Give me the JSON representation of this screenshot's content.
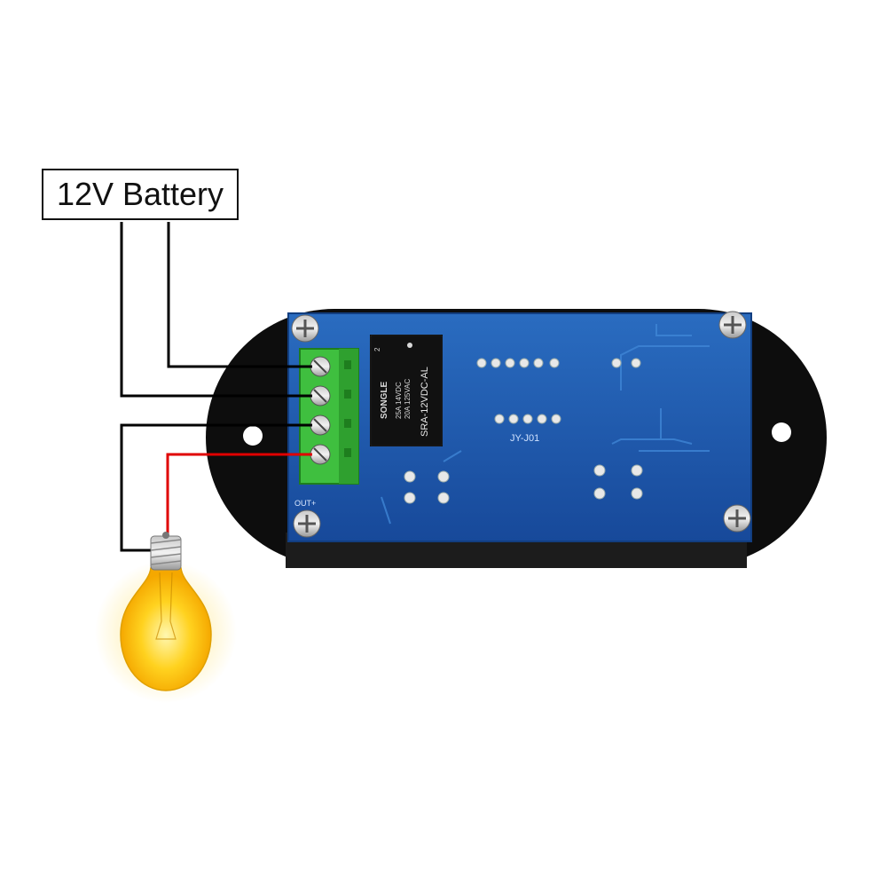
{
  "diagram": {
    "battery_label": "12V Battery",
    "relay": {
      "brand": "SONGLE",
      "rating_line_1": "25A 14VDC",
      "rating_line_2": "20A 125VAC",
      "model": "SRA-12VDC-AL",
      "pin_mark": "2"
    },
    "board_silkscreen": "JY-J01",
    "terminal_label": "OUT+",
    "colors": {
      "board_blue": "#1f5aa8",
      "housing_black": "#0d0d0d",
      "terminal_green": "#3fbf3f",
      "relay_black": "#111111",
      "wire_black": "#000000",
      "wire_red": "#e00000",
      "bulb_yellow": "#ffd21f"
    }
  }
}
